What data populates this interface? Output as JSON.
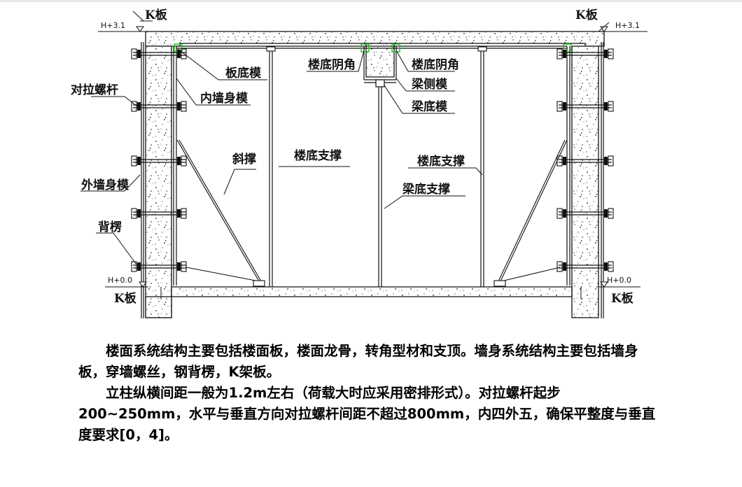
{
  "diagram": {
    "labels": {
      "k_board_top_left": "K板",
      "k_board_top_right": "K板",
      "k_board_bottom_left": "K板",
      "k_board_bottom_right": "K板",
      "level_top_left": "H+3.1",
      "level_top_right": "H+3.1",
      "level_bottom_left": "H+0.0",
      "level_bottom_right": "H+0.0",
      "tie_rod": "对拉螺杆",
      "outer_wall_formwork": "外墙身模",
      "steel_purlin": "背楞",
      "slab_bottom_formwork": "板底模",
      "inner_wall_formwork": "内墙身模",
      "diagonal_brace": "斜撑",
      "slab_support_left": "楼底支撑",
      "slab_inner_corner_left": "楼底阴角",
      "slab_inner_corner_right": "楼底阴角",
      "beam_side_formwork": "梁侧模",
      "beam_bottom_formwork": "梁底模",
      "slab_support_right": "楼底支撑",
      "beam_support": "梁底支撑"
    }
  },
  "caption": {
    "paragraph1": "楼面系统结构主要包括楼面板，楼面龙骨，转角型材和支顶。墙身系统结构主要包括墙身板，穿墙螺丝，钢背楞，K架板。",
    "paragraph2": "立柱纵横间距一般为1.2m左右（荷载大时应采用密排形式）。对拉螺杆起步200~250mm，水平与垂直方向对拉螺杆间距不超过800mm，内四外五，确保平整度与垂直度要求[0，4]。"
  }
}
